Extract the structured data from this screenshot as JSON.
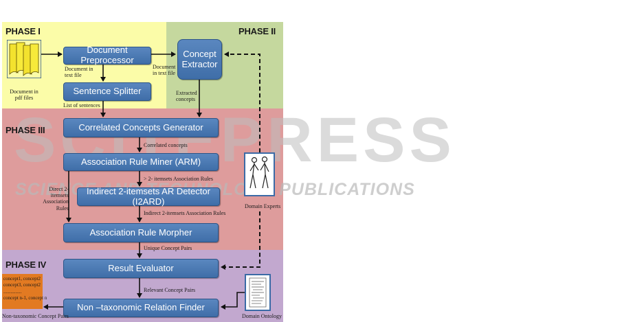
{
  "phases": {
    "p1": "PHASE I",
    "p2": "PHASE II",
    "p3": "PHASE III",
    "p4": "PHASE IV"
  },
  "colors": {
    "phase1": "#fbfca8",
    "phase2": "#c5d89e",
    "phase3": "#de9c9c",
    "phase4": "#c2a8cf",
    "process": "#4a7ab5",
    "output_box": "#e27a22"
  },
  "processes": {
    "doc_pre": "Document Preprocessor",
    "concept_extractor": "Concept Extractor",
    "sentence_splitter": "Sentence Splitter",
    "ccg": "Correlated Concepts Generator",
    "arm": "Association Rule Miner (ARM)",
    "i2ard": "Indirect 2-itemsets AR Detector (I2ARD)",
    "morpher": "Association Rule Morpher",
    "evaluator": "Result Evaluator",
    "finder": "Non –taxonomic Relation Finder"
  },
  "labels": {
    "doc_in_pdf": "Document in pdf files",
    "doc_in_text_1": "Document in text file",
    "doc_in_text_2": "Document in text file",
    "extracted_concepts": "Extracted concepts",
    "list_of_sentences": "List of sentences",
    "correlated_concepts": "Correlated concepts",
    "gt2_rules": "> 2- itemsets Association Rules",
    "direct_rules": "Direct 2-itemsets Association Rules",
    "indirect_rules": "Indirect 2-itemsets  Association Rules",
    "unique_pairs": "Unique Concept Pairs",
    "relevant_pairs": "Relevant Concept Pairs",
    "domain_experts": "Domain Experts",
    "domain_ontology": "Domain Ontology",
    "non_tax_pairs": "Non-taxonomic Concept Pairs"
  },
  "output_items": [
    "concept1, concept2",
    "concept3, concept2",
    "...............",
    "concept n-1, concept n"
  ],
  "watermark": {
    "big": "SCITEPRESS",
    "small": "SCIENCE AND TECHNOLOGY PUBLICATIONS"
  },
  "icons": {
    "pdf_files": "pdf-files-icon",
    "experts": "domain-experts-icon",
    "ontology": "domain-ontology-icon"
  }
}
